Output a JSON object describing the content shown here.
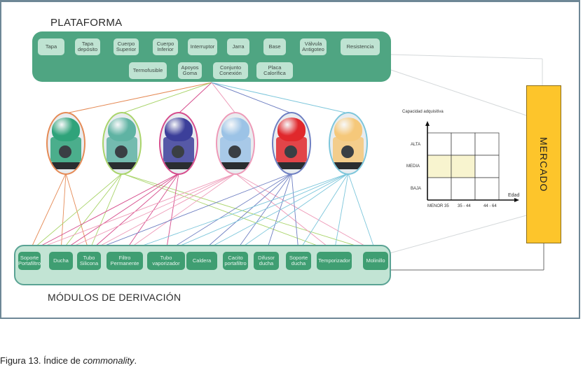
{
  "platform": {
    "title": "PLATAFORMA",
    "items_row1": [
      "Tapa",
      "Tapa depósito",
      "Cuerpo Superior",
      "Cuerpo Inferior",
      "Interruptor",
      "Jarra",
      "Base",
      "Válvula Antigoteo",
      "Resistencia"
    ],
    "items_row2": [
      "Termofusible",
      "Apoyos Goma",
      "Conjunto Conexión",
      "Placa Calorífica"
    ],
    "color": "#4fa582"
  },
  "products": [
    {
      "name": "green",
      "color": "#2fa37a",
      "border": "#e58a55"
    },
    {
      "name": "teal",
      "color": "#5fb3a3",
      "border": "#a9d46a"
    },
    {
      "name": "blue",
      "color": "#3c3f9a",
      "border": "#d64c8c"
    },
    {
      "name": "light-blue",
      "color": "#9cc3e6",
      "border": "#ee9ab8"
    },
    {
      "name": "red",
      "color": "#e0282c",
      "border": "#6e7fc2"
    },
    {
      "name": "yellow",
      "color": "#f5c87a",
      "border": "#7cc6db"
    }
  ],
  "modules": {
    "title": "MÓDULOS DE DERIVACIÓN",
    "items": [
      "Soporte Portafiltro",
      "Ducha",
      "Tubo Silicona",
      "Filtro Permanente",
      "Tubo vaporizador",
      "Caldera",
      "Cacito portafiltro",
      "Difusor ducha",
      "Soporte ducha",
      "Temporizador",
      "Molinillo"
    ]
  },
  "market_grid": {
    "y_axis_label": "Capacidad adquisitiva",
    "x_axis_label": "Edad",
    "rows": [
      "ALTA",
      "MEDIA",
      "BAJA"
    ],
    "columns": [
      "MENOR 35",
      "35 - 44",
      "44 - 64"
    ],
    "highlighted_cells": [
      [
        "MEDIA",
        "MENOR 35"
      ],
      [
        "MEDIA",
        "35 - 44"
      ]
    ],
    "highlight_color": "#f8f4cf"
  },
  "market": {
    "label": "MERCADO",
    "color": "#fdc52b"
  },
  "caption": {
    "prefix": "Figura 13. Índice de ",
    "emphasis": "commonality",
    "suffix": "."
  }
}
